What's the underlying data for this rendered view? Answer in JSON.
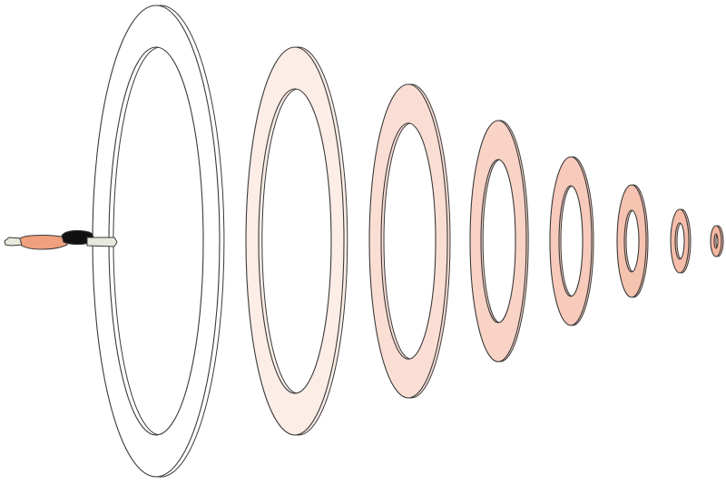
{
  "title": "",
  "caption": "",
  "colors": {
    "background": "#ffffff",
    "outline": "#3a3a3a",
    "ring_fill_lightest": "#ffffff",
    "ring_fill_darkest": "#f4b6a0",
    "figure_body": "#f0a07e",
    "figure_hair": "#111111",
    "figure_limb": "#e8e8dc"
  },
  "rings": {
    "count": 8,
    "fill_progression": [
      0.0,
      0.25,
      0.45,
      0.6,
      0.72,
      0.82,
      0.9,
      1.0
    ]
  },
  "figure": {
    "icon": "swimming-person-icon",
    "orientation": "horizontal"
  }
}
